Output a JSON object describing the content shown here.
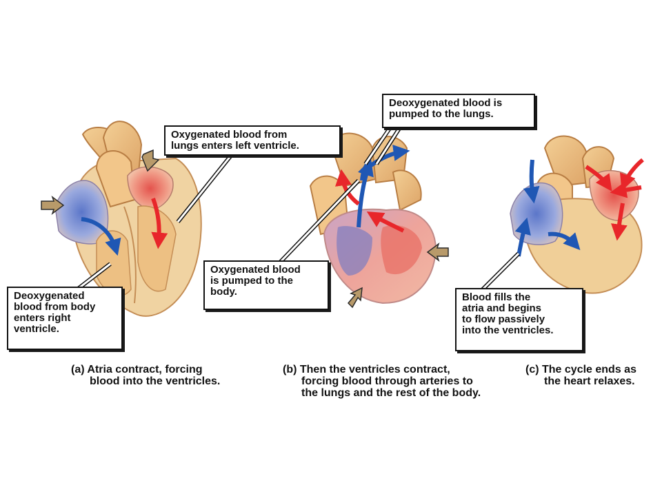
{
  "callouts": {
    "a_deoxygenated_body": [
      "Deoxygenated",
      "blood from body",
      "enters right",
      "ventricle."
    ],
    "a_oxygenated_lungs": [
      "Oxygenated blood from",
      "lungs enters left ventricle."
    ],
    "b_deoxygenated_lungs": [
      "Deoxygenated blood is",
      "pumped to the lungs."
    ],
    "b_oxygenated_body": [
      "Oxygenated blood",
      "is pumped to the",
      "body."
    ],
    "c_blood_fills": [
      "Blood fills the",
      "atria and begins",
      "to flow passively",
      "into the ventricles."
    ]
  },
  "captions": {
    "a": [
      "(a) Atria contract, forcing",
      "blood into the ventricles."
    ],
    "b": [
      "(b) Then the ventricles contract,",
      "forcing blood through arteries to",
      "the lungs and the rest of the body."
    ],
    "c": [
      "(c) The cycle ends as",
      "the heart relaxes."
    ]
  },
  "colors": {
    "deoxygenated": "#1f57b4",
    "oxygenated": "#e8262a",
    "heart_tissue": "#e9b978",
    "pressure_arrow": "#b89a6a"
  },
  "icons": [
    "pressure-arrow-icon",
    "blood-flow-arrow-icon",
    "heart-illustration"
  ]
}
